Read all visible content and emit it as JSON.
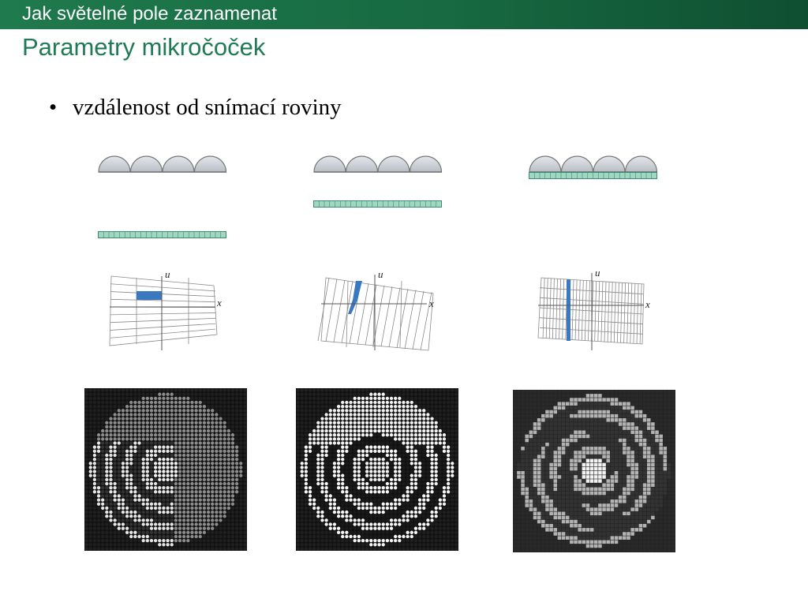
{
  "header": {
    "title": "Jak světelné pole zaznamenat"
  },
  "slide": {
    "title": "Parametry mikročoček"
  },
  "bullets": [
    {
      "text": "vzdálenost od snímací roviny"
    }
  ],
  "diagram": {
    "axis_u": "u",
    "axis_x": "x",
    "colors": {
      "lens": "#cfd3d8",
      "sensor": "#9fd7c3",
      "highlight": "#3a78bf",
      "header": "#1f7a4d",
      "title": "#1f7a55"
    }
  }
}
